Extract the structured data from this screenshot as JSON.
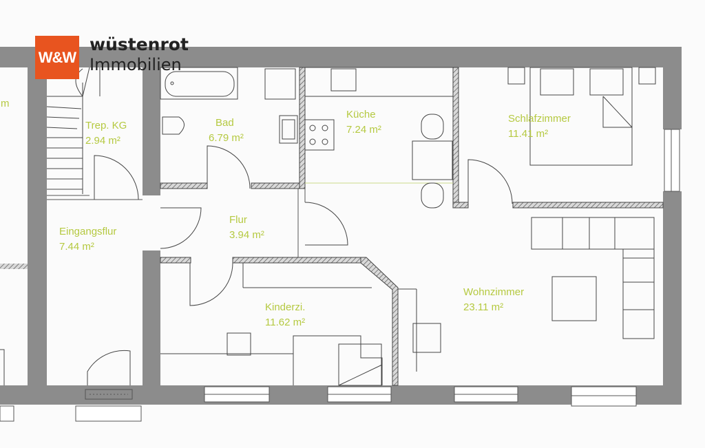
{
  "logo": {
    "mark": "W&W",
    "brand": "wüstenrot",
    "sub": "Immobilien"
  },
  "rooms": [
    {
      "name": "Trep. KG",
      "area": "2.94 m²"
    },
    {
      "name": "Bad",
      "area": "6.79 m²"
    },
    {
      "name": "Küche",
      "area": "7.24 m²"
    },
    {
      "name": "Schlafzimmer",
      "area": "11.41 m²"
    },
    {
      "name": "Eingangsflur",
      "area": "7.44 m²"
    },
    {
      "name": "Flur",
      "area": "3.94 m²"
    },
    {
      "name": "Kinderzi.",
      "area": "11.62 m²"
    },
    {
      "name": "Wohnzimmer",
      "area": "23.11 m²"
    }
  ],
  "edge_label": "m",
  "colors": {
    "wall": "#8c8c8c",
    "label": "#b5c940",
    "logo_bg": "#e8541f",
    "line": "#555555",
    "hatch": "#7a7a7a"
  }
}
